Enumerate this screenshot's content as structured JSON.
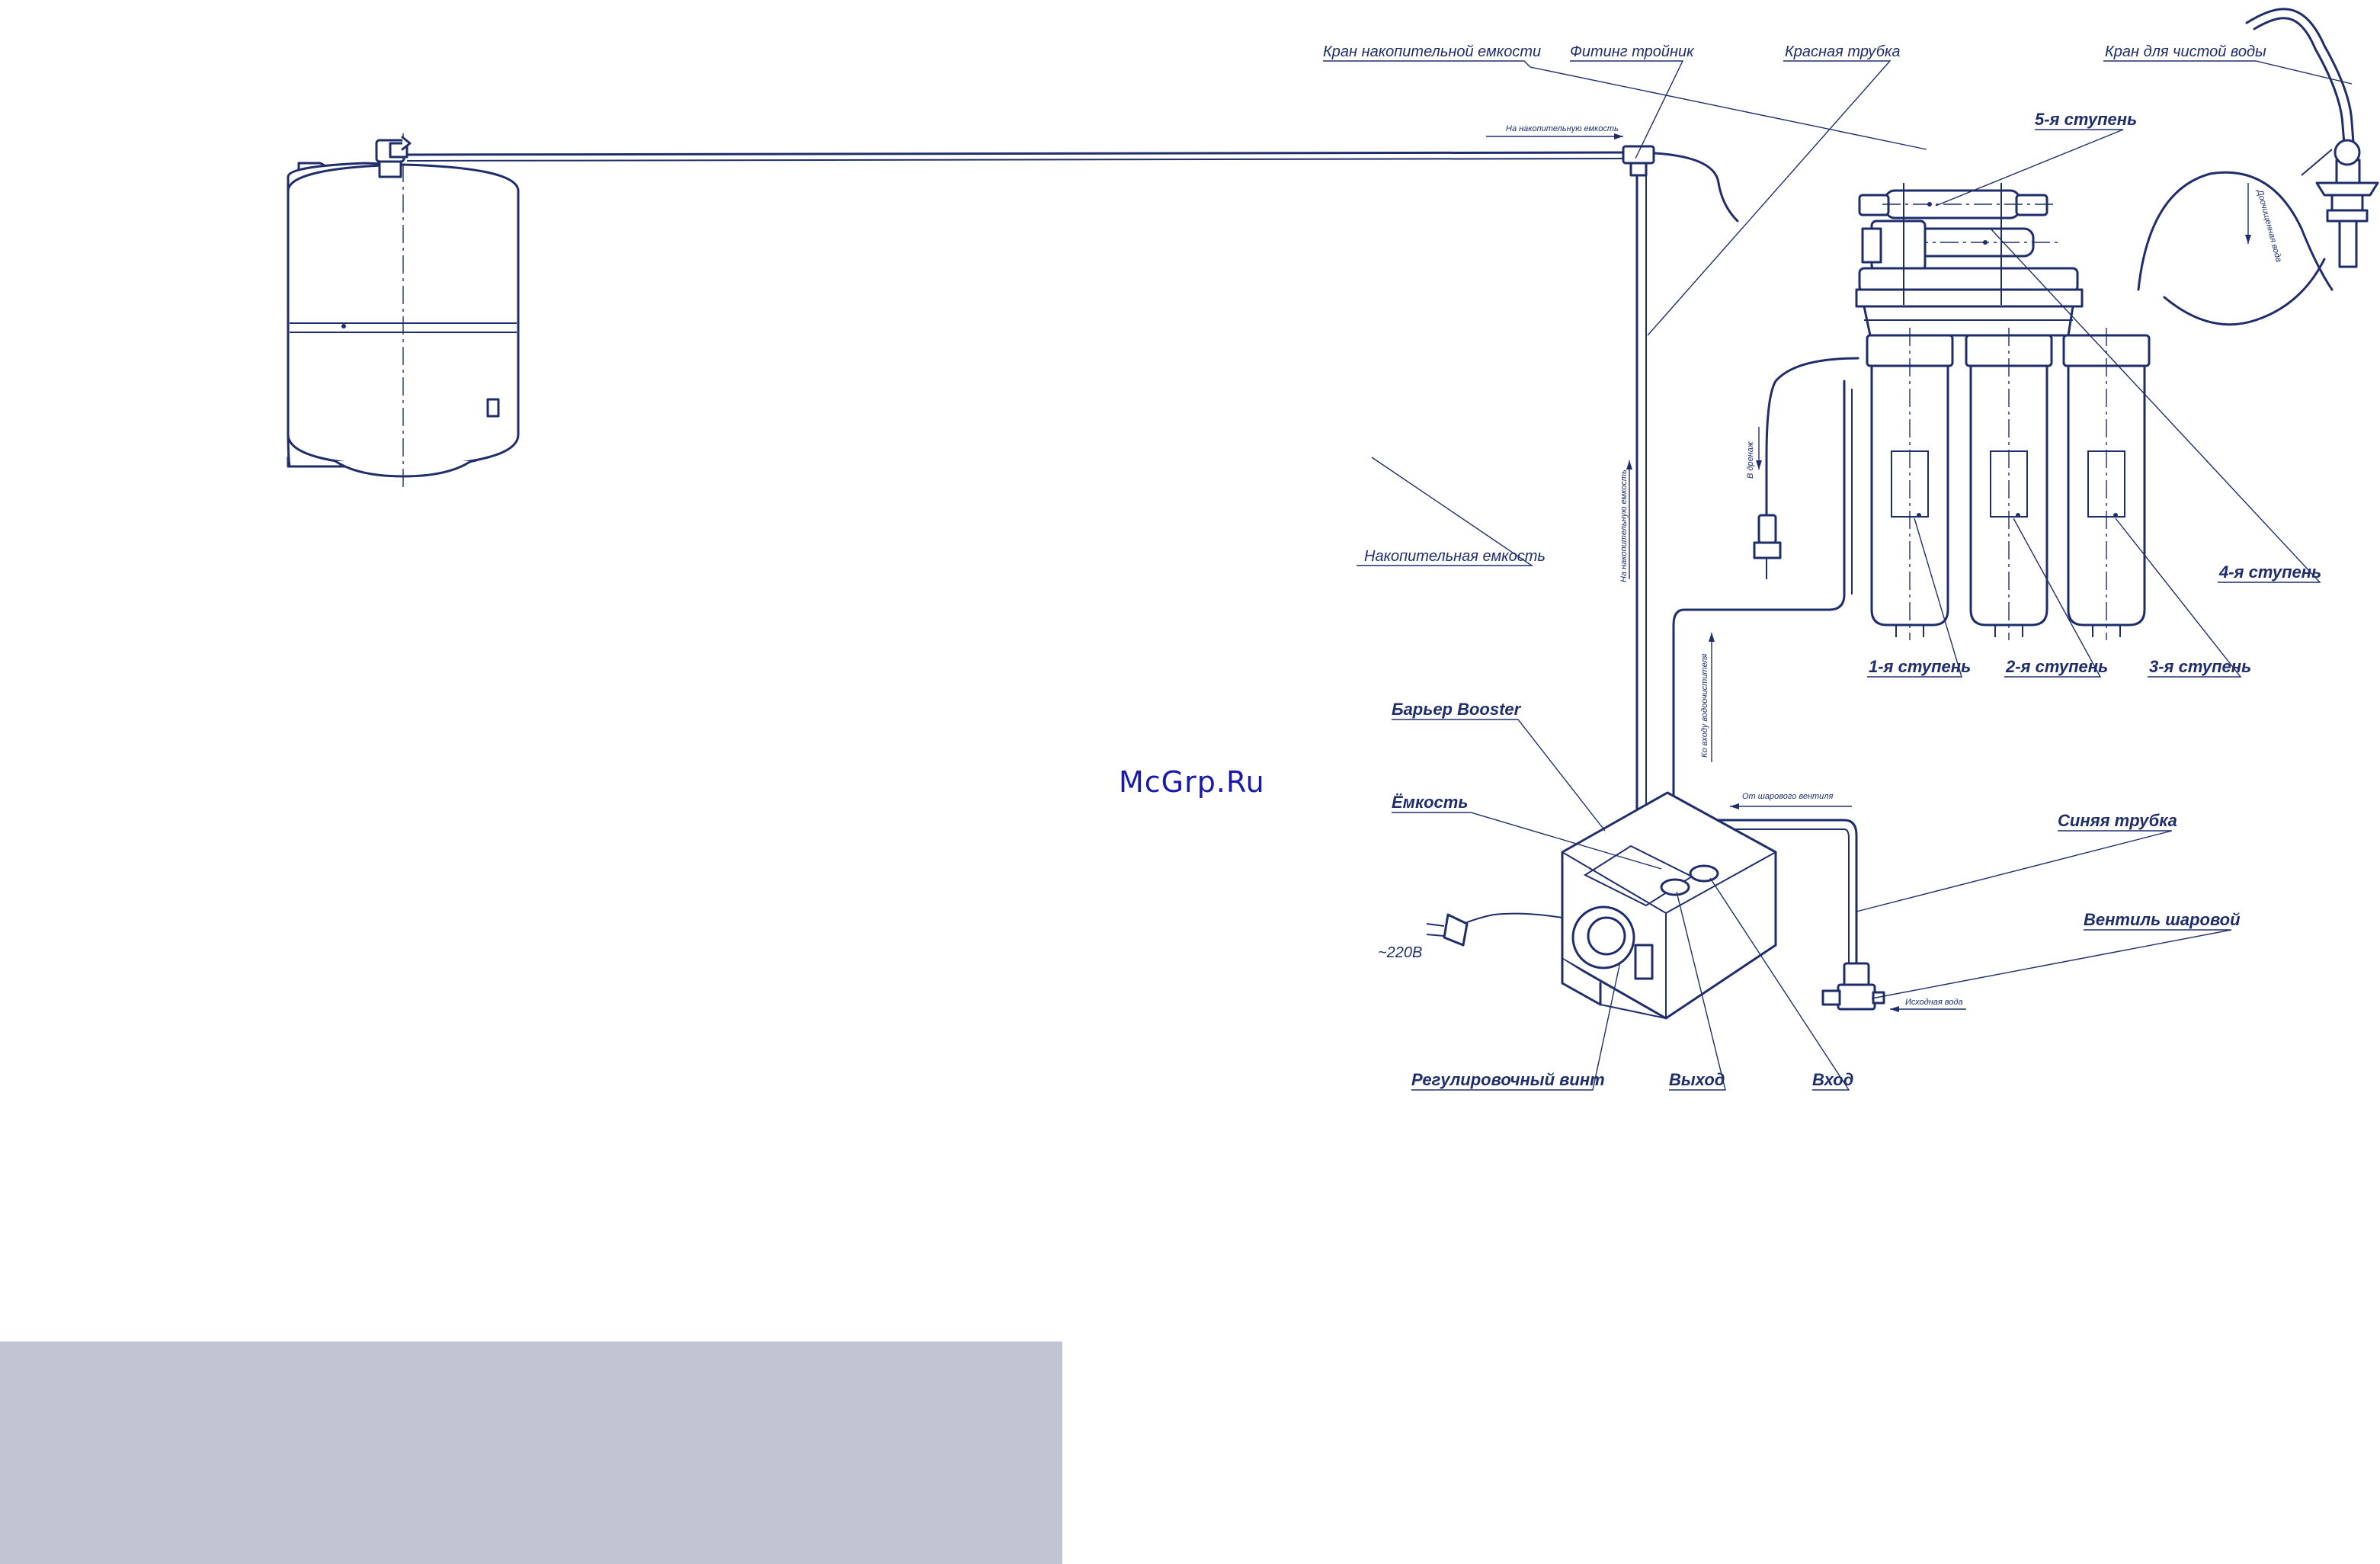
{
  "watermark": "McGrp.Ru",
  "labels": {
    "tank_valve": "Кран накопительной емкости",
    "tee_fitting": "Фитинг тройник",
    "red_tube": "Красная трубка",
    "clean_water_tap": "Кран для чистой воды",
    "stage5": "5-я ступень",
    "storage_tank": "Накопительная емкость",
    "stage4": "4-я ступень",
    "stage1": "1-я ступень",
    "stage2": "2-я ступень",
    "stage3": "3-я ступень",
    "barrier_booster": "Барьер Booster",
    "container": "Ёмкость",
    "power": "~220В",
    "blue_tube": "Синяя трубка",
    "ball_valve": "Вентиль шаровой",
    "adjust_screw": "Регулировочный винт",
    "outlet": "Выход",
    "inlet": "Вход"
  },
  "flow_notes": {
    "to_tank": "На накопительную емкость",
    "to_tank_vertical": "На накопительную емкость",
    "to_drain": "В дренаж",
    "to_faucet": "Доочищенная вода",
    "to_inlet": "Ко входу водоочистителя",
    "from_ball_valve": "От шарового вентиля",
    "source_water": "Исходная вода"
  },
  "colors": {
    "ink": "#1f2e6b",
    "panel": "#c1c4d2",
    "watermark": "#1a1aa8"
  }
}
